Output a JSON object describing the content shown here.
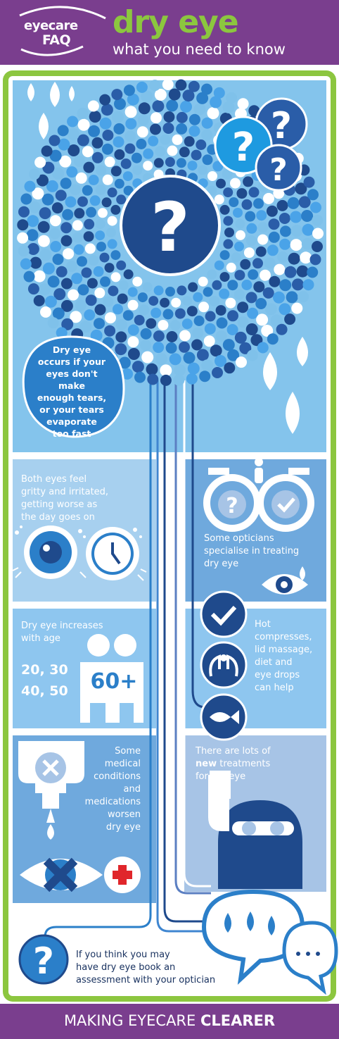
{
  "header": {
    "logo_top": "eyecare",
    "logo_bottom": "FAQ",
    "title": "dry eye",
    "subtitle": "what you need to know"
  },
  "intro": {
    "bubble_lines": [
      "Dry eye",
      "occurs if your",
      "eyes don't make",
      "enough tears,",
      "or your tears",
      "evaporate",
      "too fast"
    ]
  },
  "panels": {
    "gritty": {
      "lines": [
        "Both eyes feel",
        "gritty and irritated,",
        "getting worse as",
        "the day goes on"
      ]
    },
    "opticians": {
      "lines": [
        "Some opticians",
        "specialise in treating",
        "dry eye"
      ]
    },
    "age": {
      "lines": [
        "Dry eye increases",
        "with age"
      ],
      "ages_row1": "20, 30",
      "ages_row2": "40, 50",
      "badge": "60+"
    },
    "remedies": {
      "lines": [
        "Hot",
        "compresses,",
        "lid massage,",
        "diet and",
        "eye drops",
        "can help"
      ]
    },
    "medical": {
      "lines": [
        "Some",
        "medical",
        "conditions",
        "and",
        "medications",
        "worsen",
        "dry eye"
      ]
    },
    "treatments": {
      "line1": "There are lots of",
      "line2_bold": "new",
      "line2_rest": " treatments",
      "line3": "for dry eye"
    }
  },
  "cta": {
    "lines": [
      "If you think you may",
      "have dry eye book an",
      "assessment with your optician"
    ]
  },
  "footer": {
    "normal": "MAKING EYECARE ",
    "bold": "CLEARER"
  },
  "colors": {
    "header_purple": "#7a3e8e",
    "frame_green": "#8cc63f",
    "sky_blue": "#7fc1ea",
    "panel_blue": "#9ec9ec",
    "panel_dark": "#6ba6dc",
    "navy": "#1f4a8c",
    "bright_blue": "#2b7fc9"
  },
  "icons": [
    "water-drop-icon",
    "question-mark-icon",
    "eye-icon",
    "clock-icon",
    "glasses-icon",
    "checkmark-icon",
    "hands-icon",
    "fish-icon",
    "people-icon",
    "dropper-bottle-icon",
    "cross-icon",
    "first-aid-icon",
    "person-goggles-icon",
    "speech-bubble-icon"
  ]
}
